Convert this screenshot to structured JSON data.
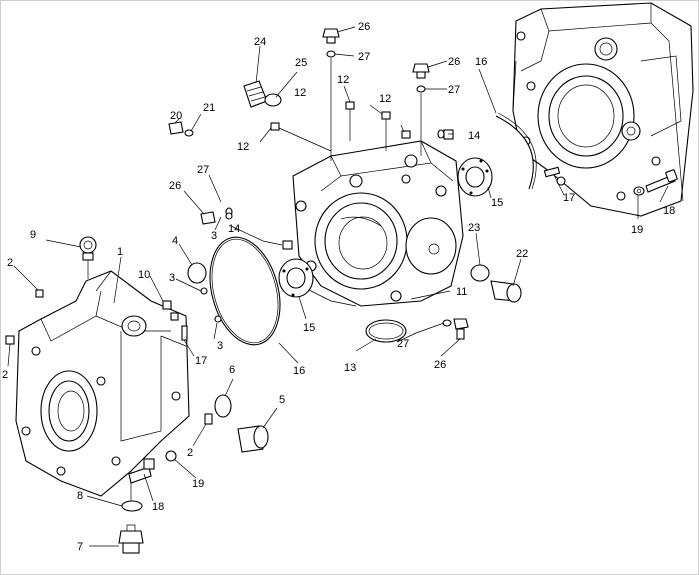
{
  "callouts": [
    {
      "id": "c26a",
      "text": "26"
    },
    {
      "id": "c27a",
      "text": "27"
    },
    {
      "id": "c24",
      "text": "24"
    },
    {
      "id": "c25",
      "text": "25"
    },
    {
      "id": "c26b",
      "text": "26"
    },
    {
      "id": "c27b",
      "text": "27"
    },
    {
      "id": "c16a",
      "text": "16"
    },
    {
      "id": "c12a",
      "text": "12"
    },
    {
      "id": "c12b",
      "text": "12"
    },
    {
      "id": "c12c",
      "text": "12"
    },
    {
      "id": "c12d",
      "text": "12"
    },
    {
      "id": "c20",
      "text": "20"
    },
    {
      "id": "c21",
      "text": "21"
    },
    {
      "id": "c14a",
      "text": "14"
    },
    {
      "id": "c27c",
      "text": "27"
    },
    {
      "id": "c26c",
      "text": "26"
    },
    {
      "id": "c3a",
      "text": "3"
    },
    {
      "id": "c14b",
      "text": "14"
    },
    {
      "id": "c15a",
      "text": "15"
    },
    {
      "id": "c17a",
      "text": "17"
    },
    {
      "id": "c18a",
      "text": "18"
    },
    {
      "id": "c19a",
      "text": "19"
    },
    {
      "id": "c9",
      "text": "9"
    },
    {
      "id": "c1",
      "text": "1"
    },
    {
      "id": "c4",
      "text": "4"
    },
    {
      "id": "c23",
      "text": "23"
    },
    {
      "id": "c22",
      "text": "22"
    },
    {
      "id": "c2a",
      "text": "2"
    },
    {
      "id": "c10",
      "text": "10"
    },
    {
      "id": "c3b",
      "text": "3"
    },
    {
      "id": "c11",
      "text": "11"
    },
    {
      "id": "c3c",
      "text": "3"
    },
    {
      "id": "c15b",
      "text": "15"
    },
    {
      "id": "c17b",
      "text": "17"
    },
    {
      "id": "c27d",
      "text": "27"
    },
    {
      "id": "c2b",
      "text": "2"
    },
    {
      "id": "c6",
      "text": "6"
    },
    {
      "id": "c16b",
      "text": "16"
    },
    {
      "id": "c13",
      "text": "13"
    },
    {
      "id": "c26d",
      "text": "26"
    },
    {
      "id": "c5",
      "text": "5"
    },
    {
      "id": "c2c",
      "text": "2"
    },
    {
      "id": "c19b",
      "text": "19"
    },
    {
      "id": "c8",
      "text": "8"
    },
    {
      "id": "c18b",
      "text": "18"
    },
    {
      "id": "c7",
      "text": "7"
    }
  ]
}
